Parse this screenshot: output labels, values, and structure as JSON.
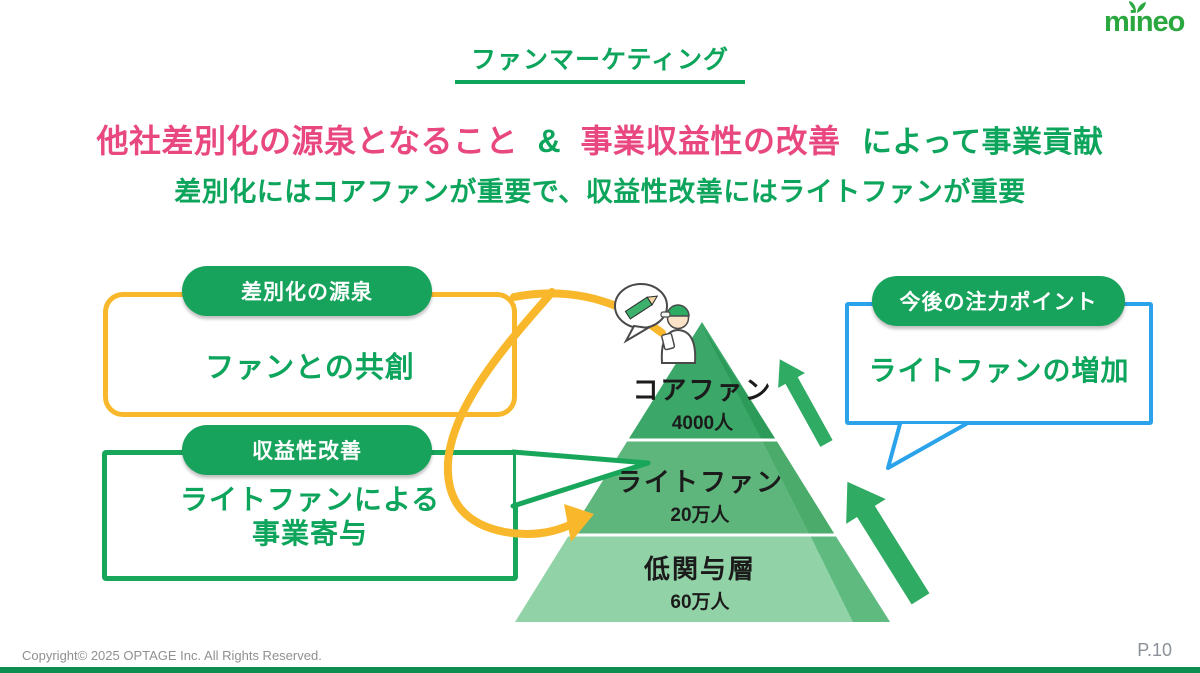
{
  "logo": {
    "text": "mineo",
    "color": "#2aa83f"
  },
  "header": {
    "title": "ファンマーケティング",
    "headline": {
      "pink1": "他社差別化の源泉となること",
      "amp": "&",
      "pink2": "事業収益性の改善",
      "green_suffix": "によって事業貢献",
      "pink_color": "#e8477f",
      "green_color": "#0da45c"
    },
    "subtitle": "差別化にはコアファンが重要で、収益性改善にはライトファンが重要"
  },
  "callouts": {
    "differentiation": {
      "badge": "差別化の源泉",
      "body": "ファンとの共創",
      "border_color": "#f9b82c"
    },
    "profitability": {
      "badge": "収益性改善",
      "body_line1": "ライトファンによる",
      "body_line2": "事業寄与",
      "border_color": "#18a65b"
    },
    "focus": {
      "badge": "今後の注力ポイント",
      "body": "ライトファンの増加",
      "border_color": "#2ba3ea"
    }
  },
  "pyramid": {
    "tiers": [
      {
        "label": "コアファン",
        "count": "4000人",
        "front_color": "#3ba768",
        "side_color": "#2c9a58"
      },
      {
        "label": "ライトファン",
        "count": "20万人",
        "front_color": "#5fb67c",
        "side_color": "#4aab6a"
      },
      {
        "label": "低関与層",
        "count": "60万人",
        "front_color": "#92d2a7",
        "side_color": "#5eba7f"
      }
    ],
    "arrow_color": "#2fab63"
  },
  "footer": {
    "copyright": "Copyright© 2025 OPTAGE Inc. All Rights Reserved.",
    "page_number": "P.10"
  }
}
